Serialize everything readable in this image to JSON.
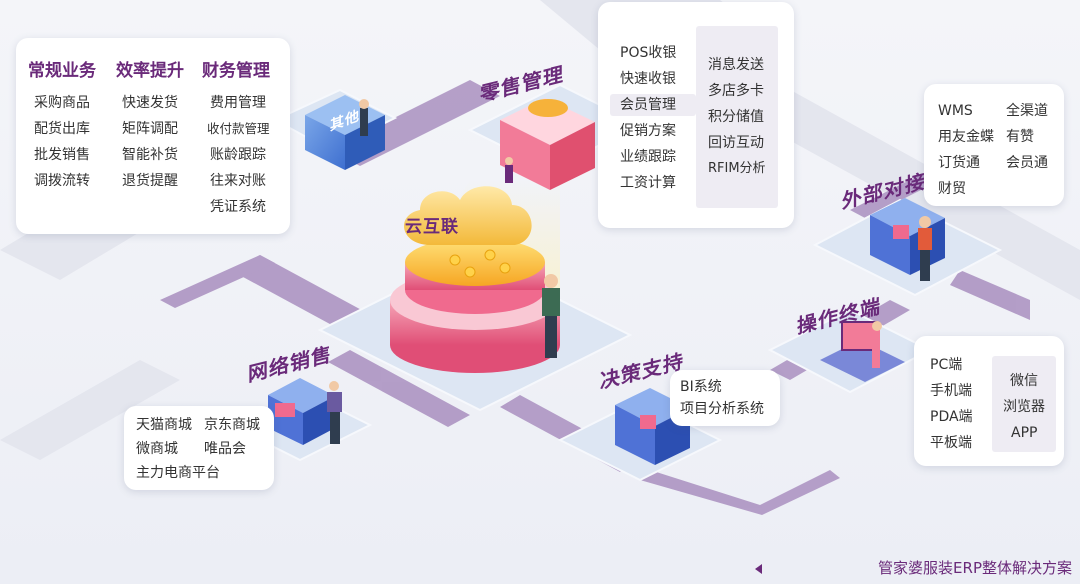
{
  "center": {
    "label": "云互联"
  },
  "tags": {
    "retail": "零售管理",
    "external": "外部对接",
    "terminal": "操作终端",
    "decision": "决策支持",
    "online": "网络销售"
  },
  "other_box_label": "其他",
  "business": {
    "columns": [
      {
        "header": "常规业务",
        "items": [
          "采购商品",
          "配货出库",
          "批发销售",
          "调拨流转"
        ]
      },
      {
        "header": "效率提升",
        "items": [
          "快速发货",
          "矩阵调配",
          "智能补货",
          "退货提醒"
        ]
      },
      {
        "header": "财务管理",
        "items": [
          "费用管理",
          "收付款管理",
          "账龄跟踪",
          "往来对账",
          "凭证系统"
        ]
      }
    ]
  },
  "retail_card": {
    "left": [
      "POS收银",
      "快速收银",
      "会员管理",
      "促销方案",
      "业绩跟踪",
      "工资计算"
    ],
    "right": [
      "消息发送",
      "多店多卡",
      "积分储值",
      "回访互动",
      "RFIM分析"
    ]
  },
  "external_card": {
    "left": [
      "WMS",
      "用友金蝶",
      "订货通",
      "财贸"
    ],
    "right": [
      "全渠道",
      "有赞",
      "会员通"
    ]
  },
  "terminal_card": {
    "left": [
      "PC端",
      "手机端",
      "PDA端",
      "平板端"
    ],
    "right": [
      "微信",
      "浏览器",
      "APP"
    ]
  },
  "decision_card": {
    "items": [
      "BI系统",
      "项目分析系统"
    ]
  },
  "online_card": {
    "rows": [
      [
        "天猫商城",
        "京东商城"
      ],
      [
        "微商城",
        "唯品会"
      ],
      [
        "主力电商平台"
      ]
    ]
  },
  "footer": {
    "text": "管家婆服装ERP整体解决方案"
  },
  "colors": {
    "accent": "#6a2a7a",
    "road": "#a98fbf",
    "platform": "#dde6f3"
  }
}
